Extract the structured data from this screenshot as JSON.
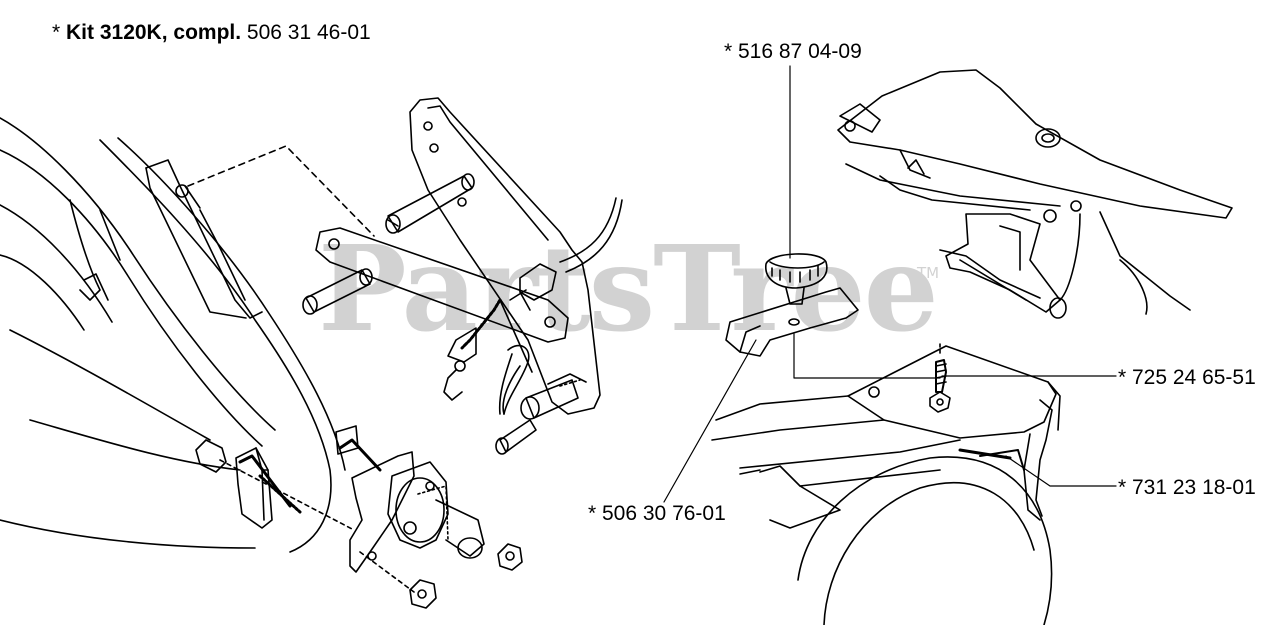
{
  "title": {
    "prefix": "* ",
    "bold": "Kit 3120K, compl.",
    "number": " 506 31 46-01"
  },
  "parts": [
    {
      "ref": "* 516 87 04-09"
    },
    {
      "ref": "* 725 24 65-51"
    },
    {
      "ref": "* 731 23 18-01"
    },
    {
      "ref": "* 506 30 76-01"
    }
  ],
  "watermark": {
    "text": "PartsTree",
    "mark": "TM",
    "color": "#d2d2d2"
  },
  "colors": {
    "line": "#000000",
    "background": "#ffffff"
  }
}
